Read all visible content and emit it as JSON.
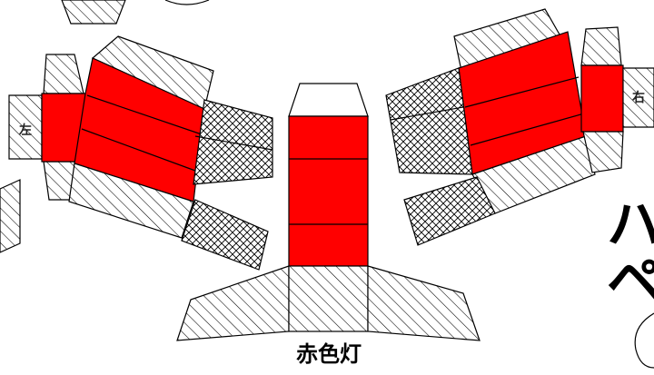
{
  "labels": {
    "left": "左",
    "right": "右",
    "center": "赤色灯",
    "edge_top": "ハ",
    "edge_mid": "ペ"
  },
  "colors": {
    "red": "#ff0000",
    "line": "#000000",
    "background": "#ffffff"
  }
}
